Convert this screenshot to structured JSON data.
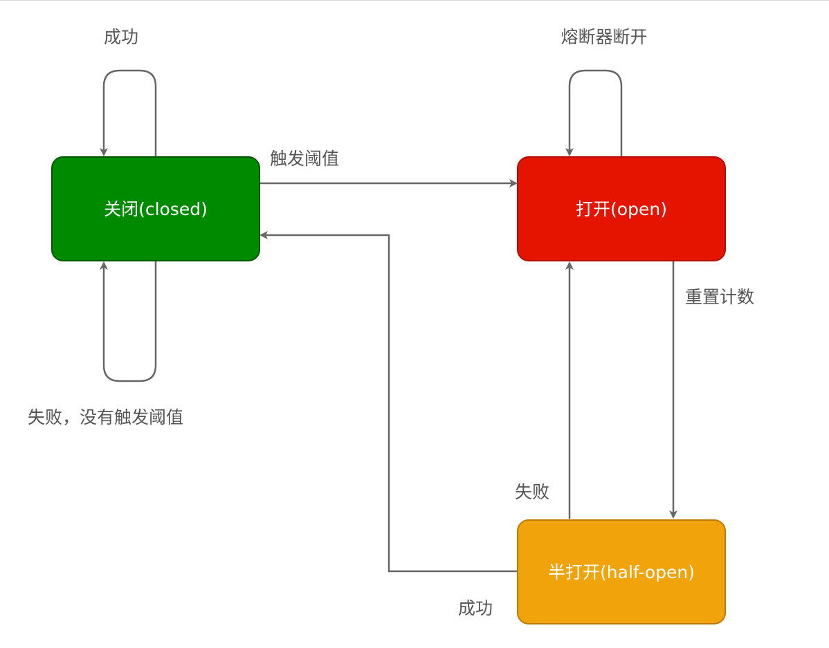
{
  "states": {
    "closed": {
      "label": "关闭(closed)",
      "fill": "#008a00",
      "stroke": "#005700"
    },
    "open": {
      "label": "打开(open)",
      "fill": "#e51400",
      "stroke": "#b20f00"
    },
    "half_open": {
      "label": "半打开(half-open)",
      "fill": "#f0a30a",
      "stroke": "#bd7a00"
    }
  },
  "transitions": {
    "closed_success_loop": "成功",
    "closed_fail_loop": "失败，没有触发阈值",
    "closed_to_open": "触发阈值",
    "open_loop": "熔断器断开",
    "open_to_half_open": "重置计数",
    "half_open_to_open": "失败",
    "half_open_to_closed": "成功"
  },
  "colors": {
    "edge": "#666666",
    "edge_text": "#555555"
  }
}
